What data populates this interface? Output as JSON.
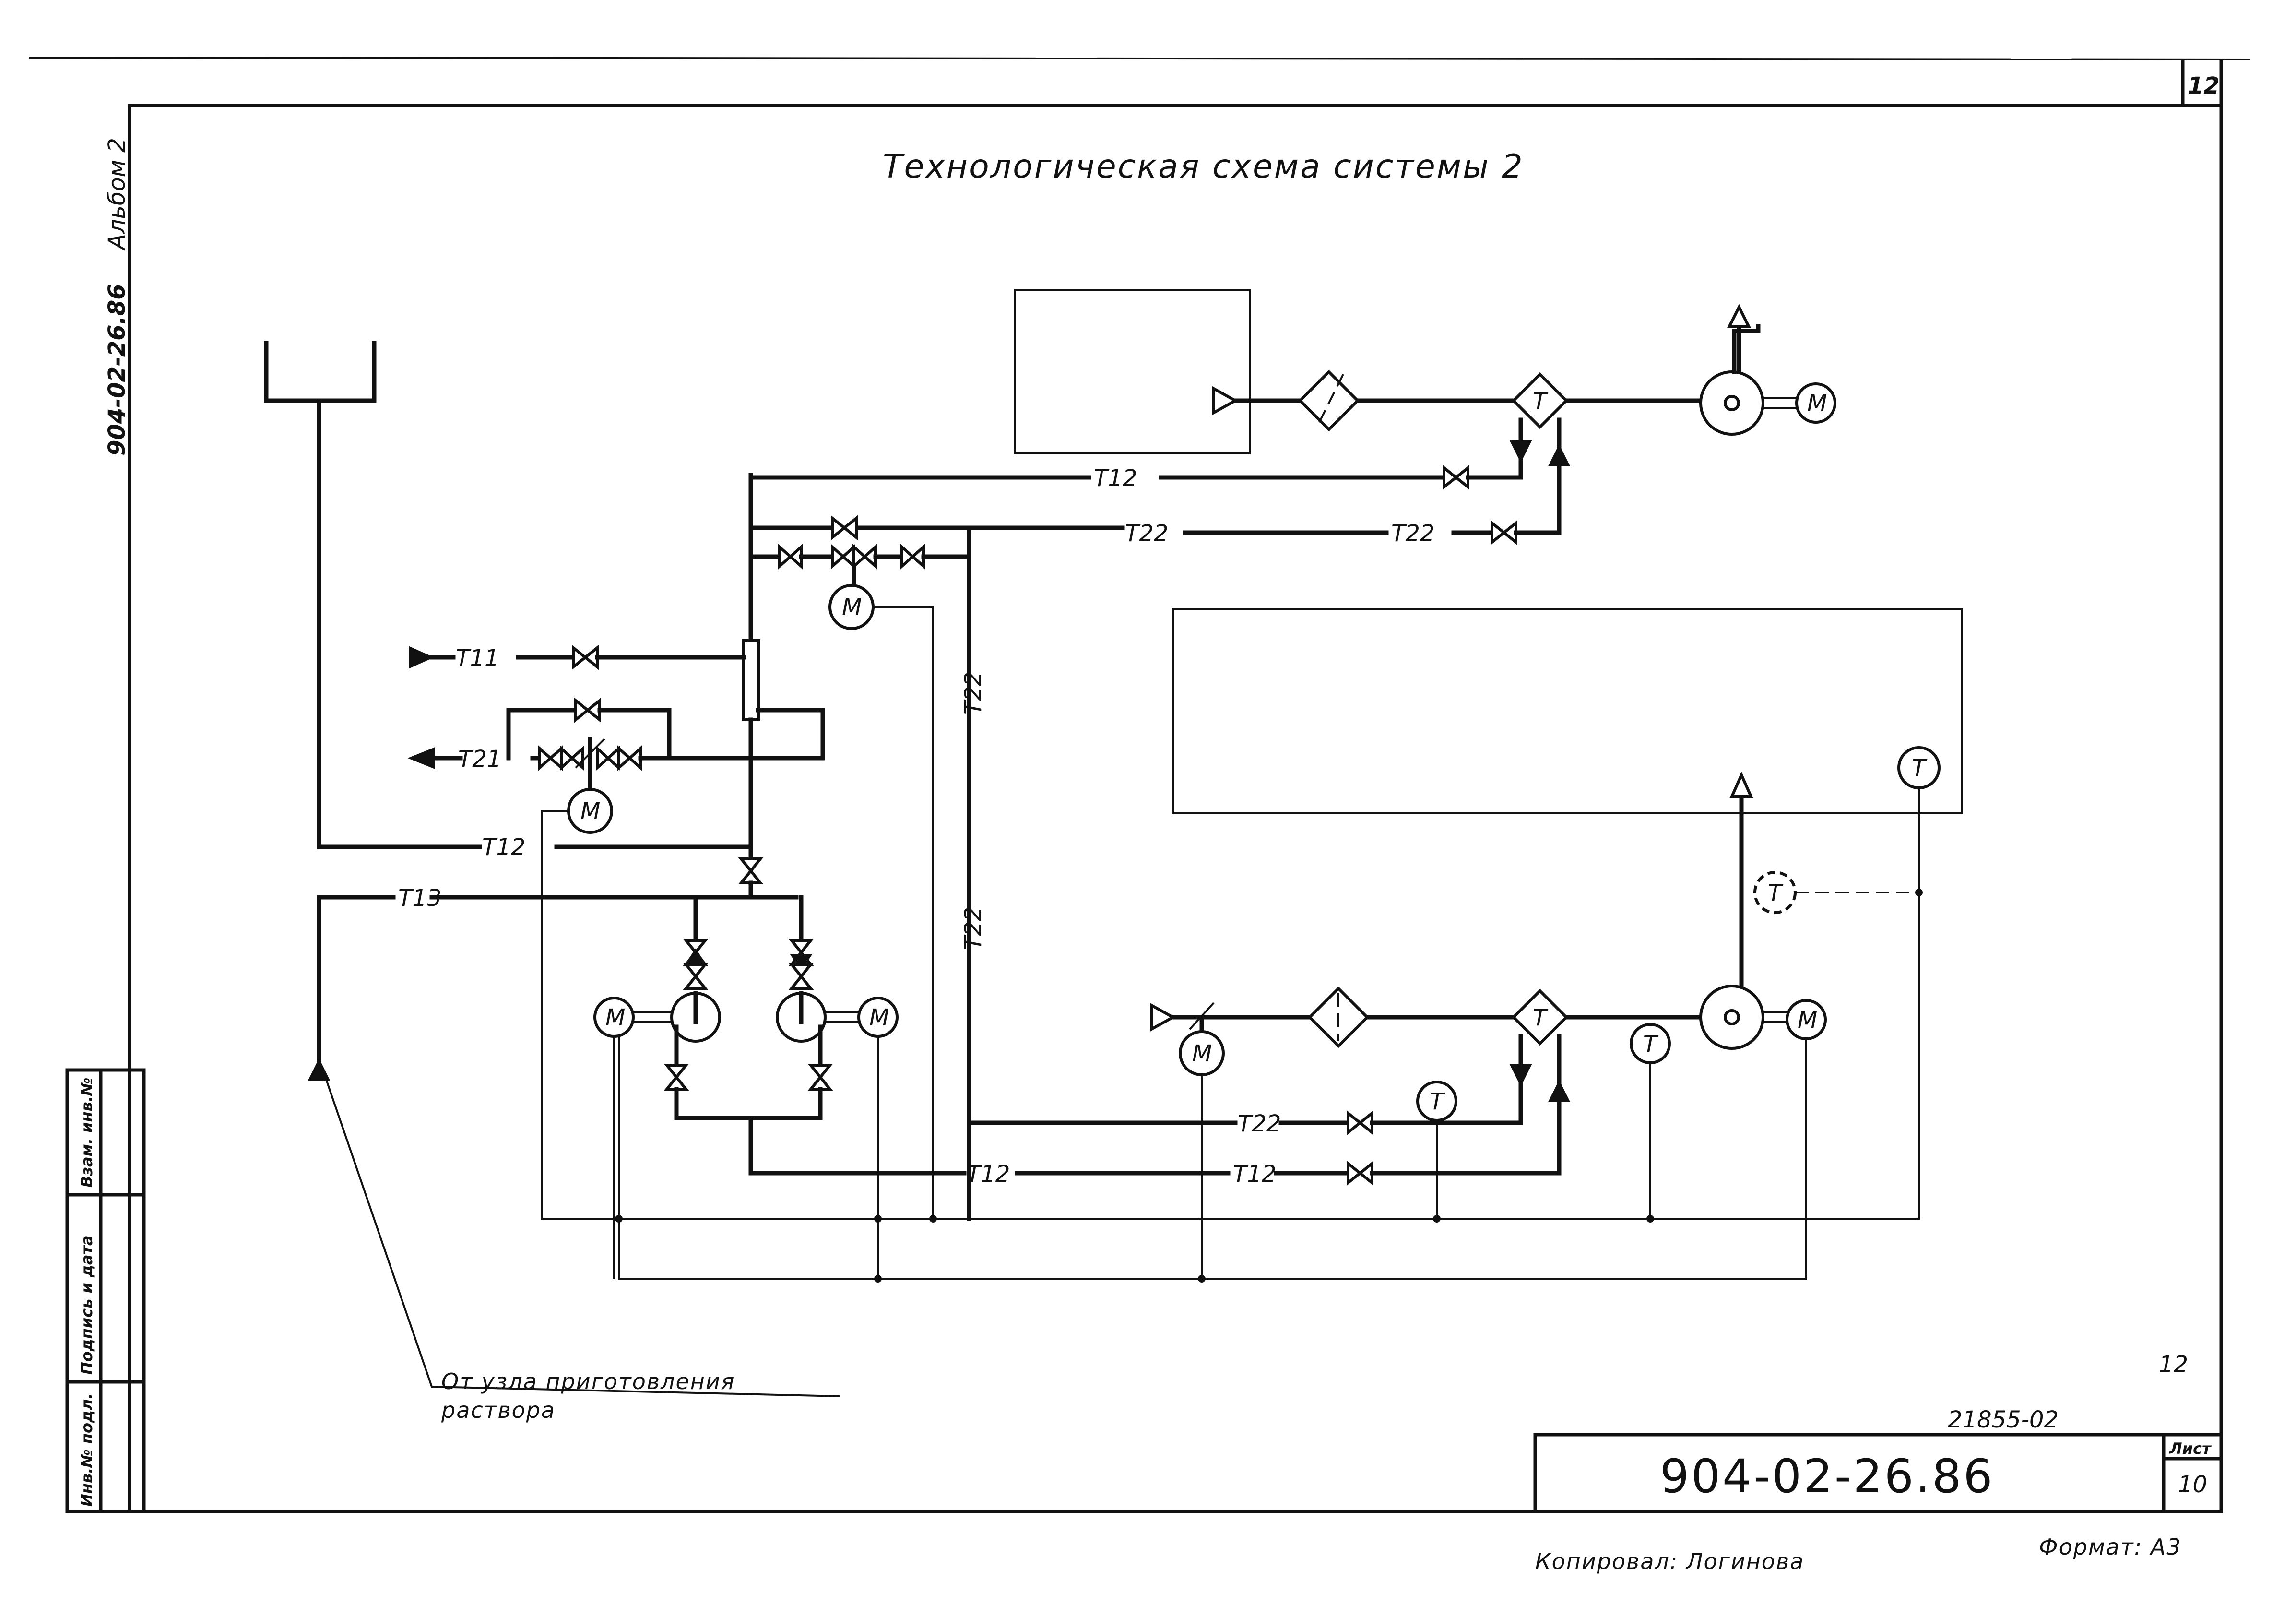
{
  "sheet": {
    "title": "Технологическая схема системы 2",
    "album_number": "904-02-26.86",
    "album_label": "Альбом 2",
    "sheet_number_top": "12",
    "sheet_number_hand": "12",
    "order_number": "21855-02",
    "stamp_code": "904-02-26.86",
    "stamp_list_label": "Лист",
    "stamp_list_value": "10",
    "copied_by": "Копировал: Логинова",
    "format": "Формат: А3"
  },
  "side_stamp": {
    "inv_original": "Инв.№ подл.",
    "signature_date": "Подпись и дата",
    "inv_replace": "Взам. инв.№"
  },
  "pipes": {
    "t11": "Т11",
    "t12": "Т12",
    "t13": "Т13",
    "t21": "Т21",
    "t22": "Т22"
  },
  "symbols": {
    "motor": "M",
    "thermo": "T"
  },
  "note": {
    "line1": "От узла приготовления",
    "line2": "раствора"
  }
}
